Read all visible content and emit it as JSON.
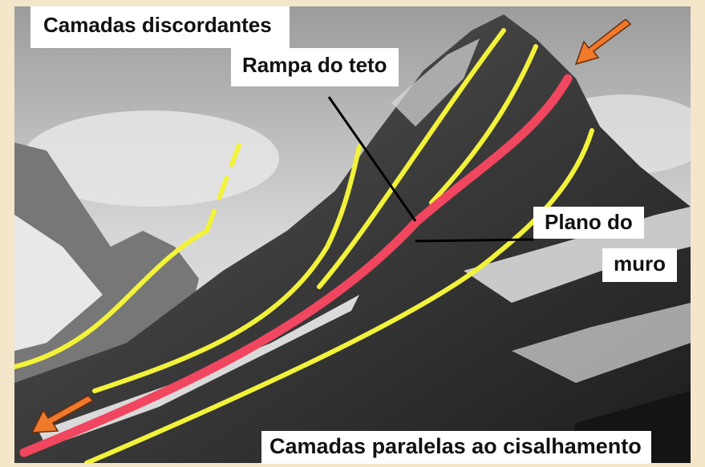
{
  "labels": {
    "top_left": "Camadas discordantes",
    "ramp": "Rampa do  teto",
    "plane_line1": "Plano do",
    "plane_line2": "muro",
    "bottom": "Camadas paralelas ao cisalhamento"
  },
  "colors": {
    "fault": "#f0465f",
    "bedding": "#f2f23a",
    "arrow": "#f07a2b",
    "frame": "#f3e6c9"
  },
  "icons": {
    "upper_arrow": "arrow-down-left-icon",
    "lower_arrow": "arrow-down-left-icon"
  }
}
